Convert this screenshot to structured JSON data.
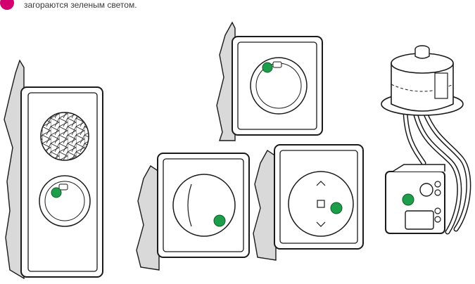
{
  "caption": {
    "text": "загораются зеленым светом.",
    "badge_color": "#d2006f"
  },
  "colors": {
    "indicator_green": "#1e9e4a",
    "wall_gray": "#d6d6d6",
    "line": "#1a1a1a"
  },
  "devices": [
    {
      "name": "double-frame-socket-with-sensor",
      "indicator": "green"
    },
    {
      "name": "socket-on-wall",
      "indicator": "green"
    },
    {
      "name": "switch-on-wall",
      "indicator": "green"
    },
    {
      "name": "shutter-switch-on-wall",
      "indicator": "green"
    },
    {
      "name": "micromodule-with-junction-box",
      "indicator": "green"
    }
  ]
}
